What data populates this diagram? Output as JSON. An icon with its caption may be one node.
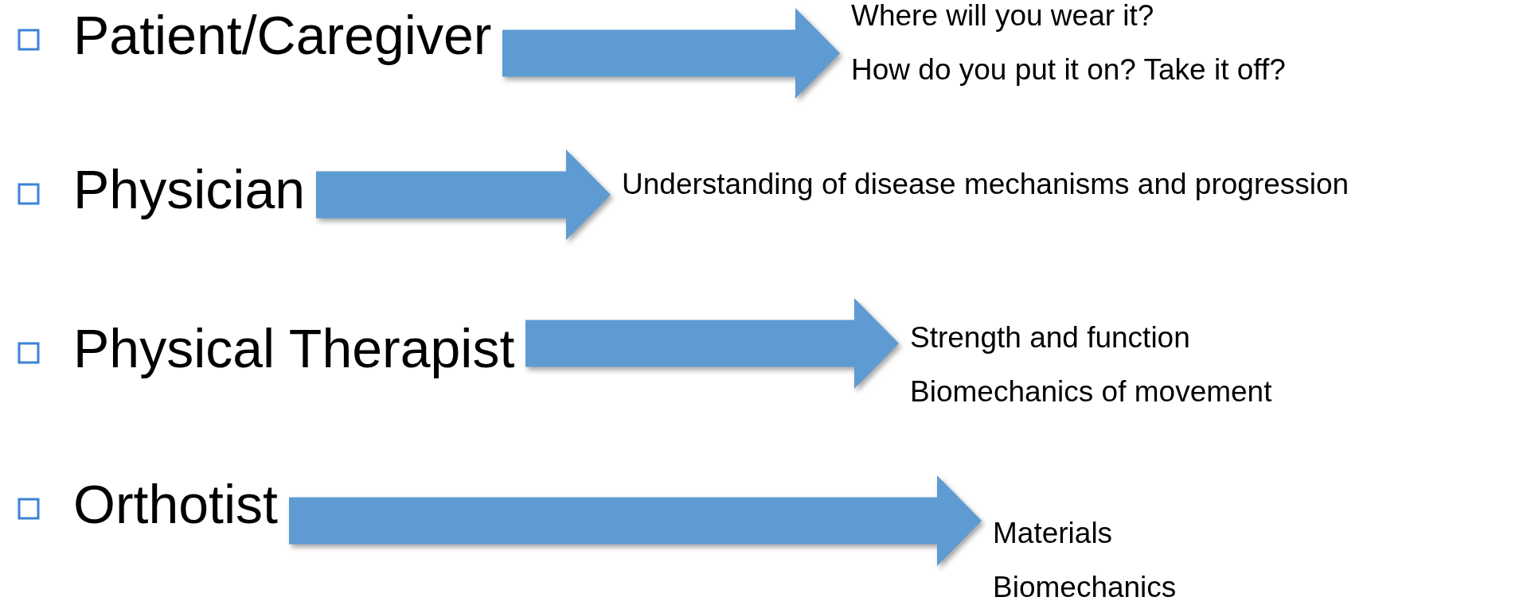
{
  "diagram": {
    "nodes": [
      {
        "text": [
          "Patient/Caregiver"
        ]
      },
      {
        "text": [
          "Where will you wear it?",
          "How do you put it on? Take it off?"
        ]
      },
      {
        "text": [
          "Physician"
        ]
      },
      {
        "text": [
          "Understanding of disease mechanisms and progression"
        ]
      },
      {
        "text": [
          "Physical Therapist"
        ]
      },
      {
        "text": [
          "Strength and function",
          "Biomechanics of movement"
        ]
      },
      {
        "text": [
          "Orthotist"
        ]
      },
      {
        "text": [
          "Materials",
          "Biomechanics"
        ]
      }
    ],
    "edges": [
      {
        "from": 0,
        "to": 1,
        "arrow": "to"
      },
      {
        "from": 2,
        "to": 3,
        "arrow": "to"
      },
      {
        "from": 4,
        "to": 5,
        "arrow": "to"
      },
      {
        "from": 6,
        "to": 7,
        "arrow": "to"
      }
    ]
  }
}
